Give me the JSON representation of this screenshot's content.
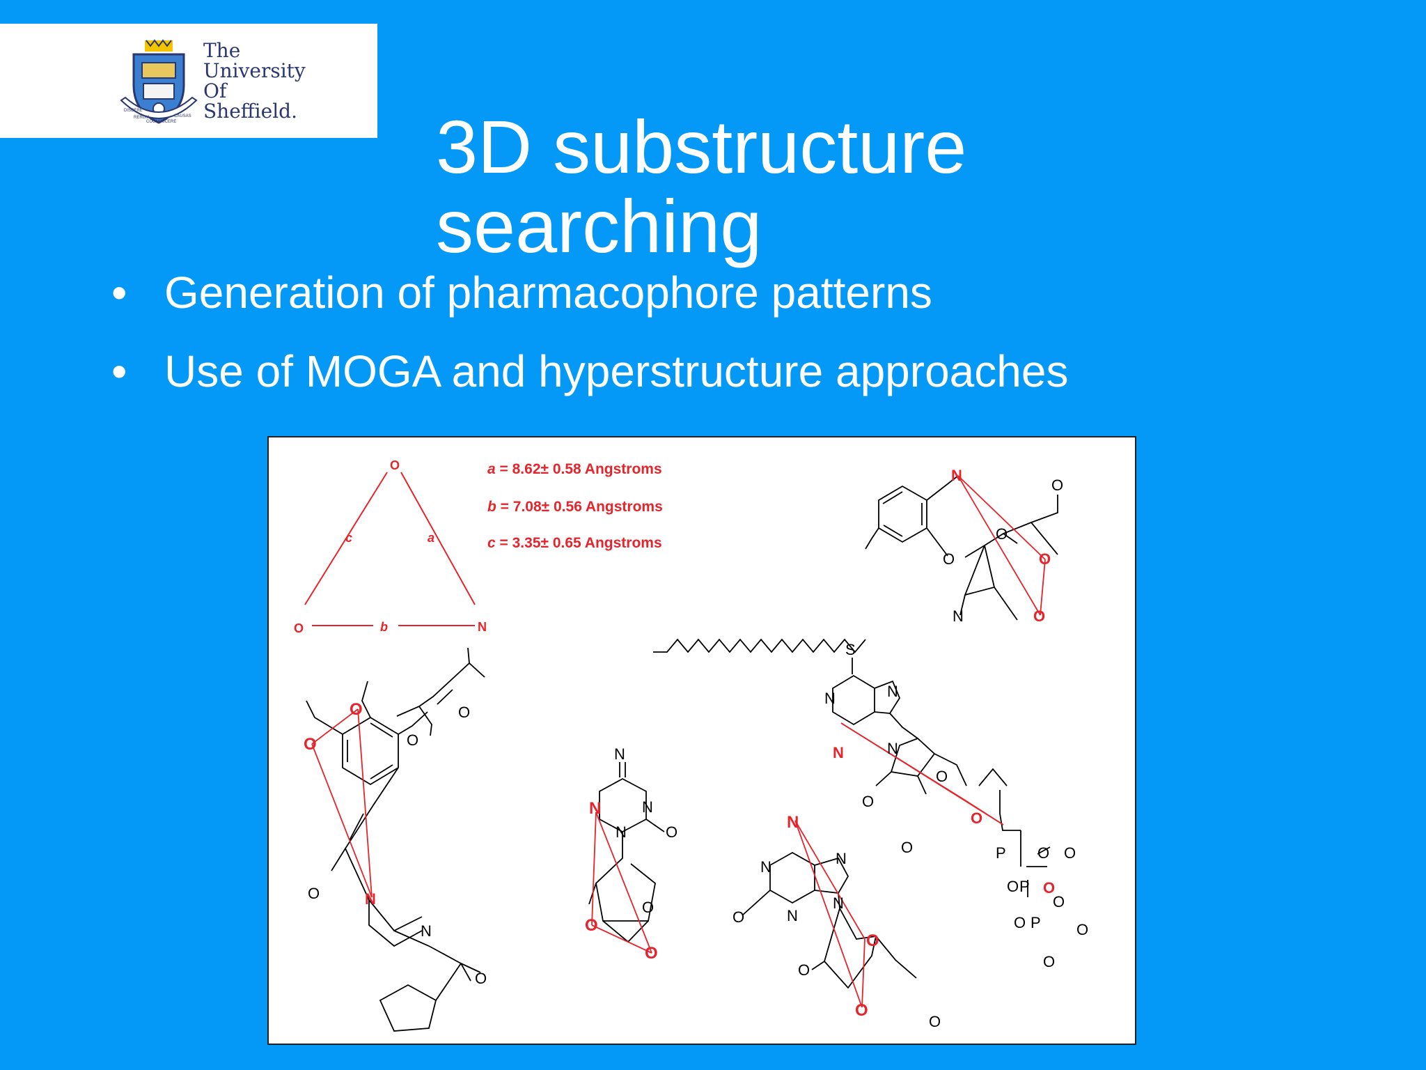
{
  "logo": {
    "lines": [
      "The",
      "University",
      "Of",
      "Sheffield."
    ],
    "crest_motto": [
      "DISCERE",
      "RERUM",
      "COGNOSCERE",
      "CAUSAS"
    ]
  },
  "title": {
    "line1": "3D substructure",
    "line2": "searching"
  },
  "bullets": [
    {
      "marker": "•",
      "text": "Generation of pharmacophore patterns"
    },
    {
      "marker": "•",
      "text": "Use of MOGA and hyperstructure approaches"
    }
  ],
  "colors": {
    "background": "#0599f7",
    "accent": "#e5242b",
    "text": "#ffffff",
    "crest_blue": "#2a3770"
  },
  "figure": {
    "pharmacophore": {
      "vertices": {
        "top": "O",
        "left": "O",
        "right": "N"
      },
      "edges": {
        "a": "a",
        "b": "b",
        "c": "c"
      },
      "distances": [
        {
          "var": "a",
          "value": " = 8.62",
          "pm": "±",
          "rest": " 0.58 Angstroms"
        },
        {
          "var": "b",
          "value": " = 7.08",
          "pm": "±",
          "rest": " 0.56 Angstroms"
        },
        {
          "var": "c",
          "value": " = 3.35",
          "pm": "±",
          "rest": " 0.65 Angstroms"
        }
      ]
    },
    "atoms": {
      "m1": [
        "N",
        "O",
        "O",
        "O",
        "O",
        "O"
      ],
      "m2": [
        "O",
        "O",
        "O",
        "N",
        "O",
        "O",
        "N",
        "O"
      ],
      "m3": [
        "N",
        "N",
        "N",
        "N",
        "O",
        "O",
        "O"
      ],
      "m4": [
        "S",
        "N",
        "N",
        "N",
        "N",
        "O",
        "O",
        "O",
        "O",
        "P",
        "O",
        "O",
        "O",
        "P",
        "O",
        "O",
        "P",
        "O",
        "O"
      ],
      "m5": [
        "N",
        "N",
        "N",
        "O",
        "N",
        "N",
        "O",
        "O",
        "O",
        "O"
      ]
    }
  }
}
